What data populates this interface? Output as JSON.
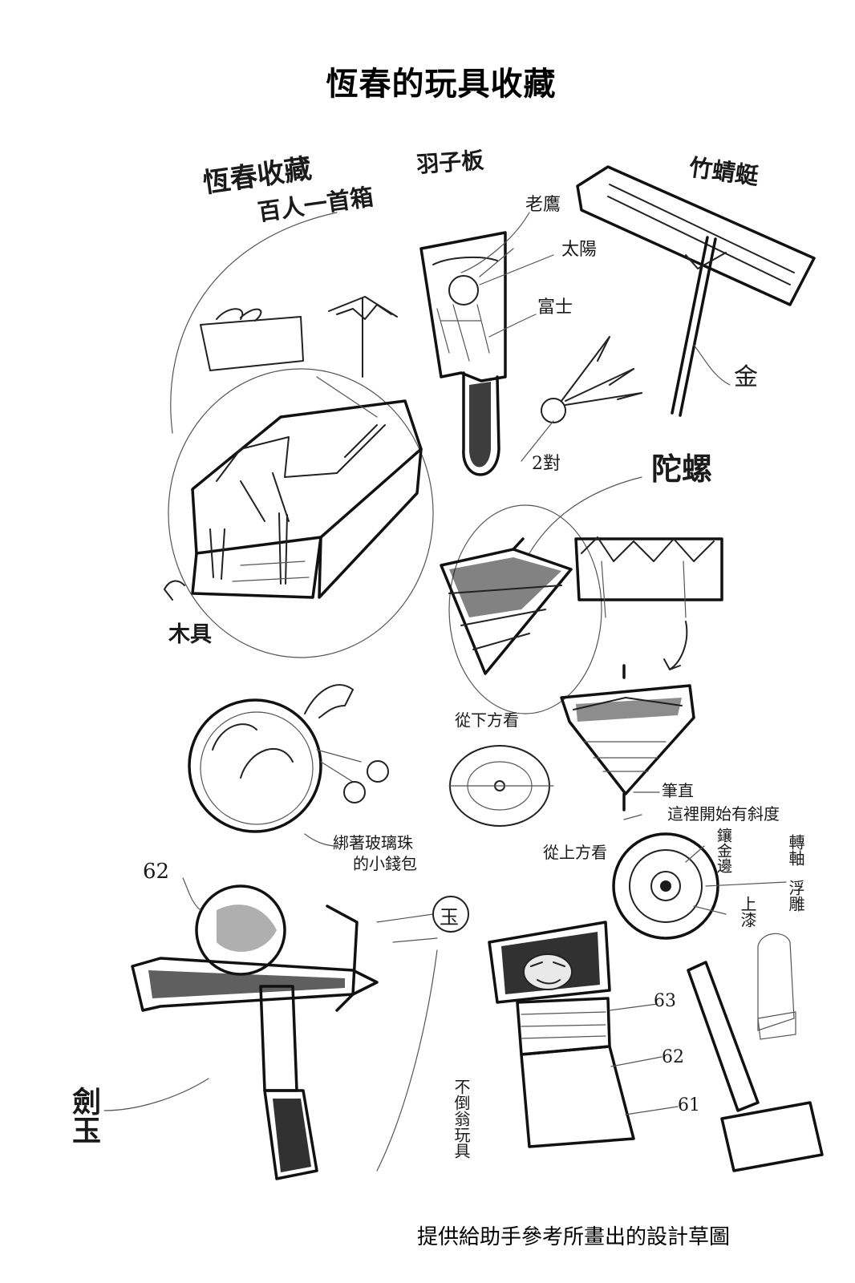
{
  "title": "恆春的玩具收藏",
  "caption": "提供給助手參考所畫出的設計草圖",
  "labels": {
    "box_title": "恆春收藏",
    "box_subtitle": "百人一首箱",
    "box_material": "木具",
    "paddle": "羽子板",
    "eagle": "老鷹",
    "sun": "太陽",
    "fuji": "富士",
    "shuttle_count": "2對",
    "dragonfly": "竹蜻蜓",
    "dragonfly_mark": "金",
    "top": "陀螺",
    "view_bottom": "從下方看",
    "straight": "筆直",
    "slope": "這裡開始有斜度",
    "view_top": "從上方看",
    "gold_edge": "鑲金邊",
    "axis": "轉軸",
    "relief": "浮雕",
    "lacquer": "上漆",
    "purse": "綁著玻璃珠的小錢包",
    "kendama": "劍玉",
    "kendama_mark": "玉",
    "kendama_num": "62",
    "daruma": "不倒翁玩具",
    "num_63": "63",
    "num_62": "62",
    "num_61": "61"
  }
}
